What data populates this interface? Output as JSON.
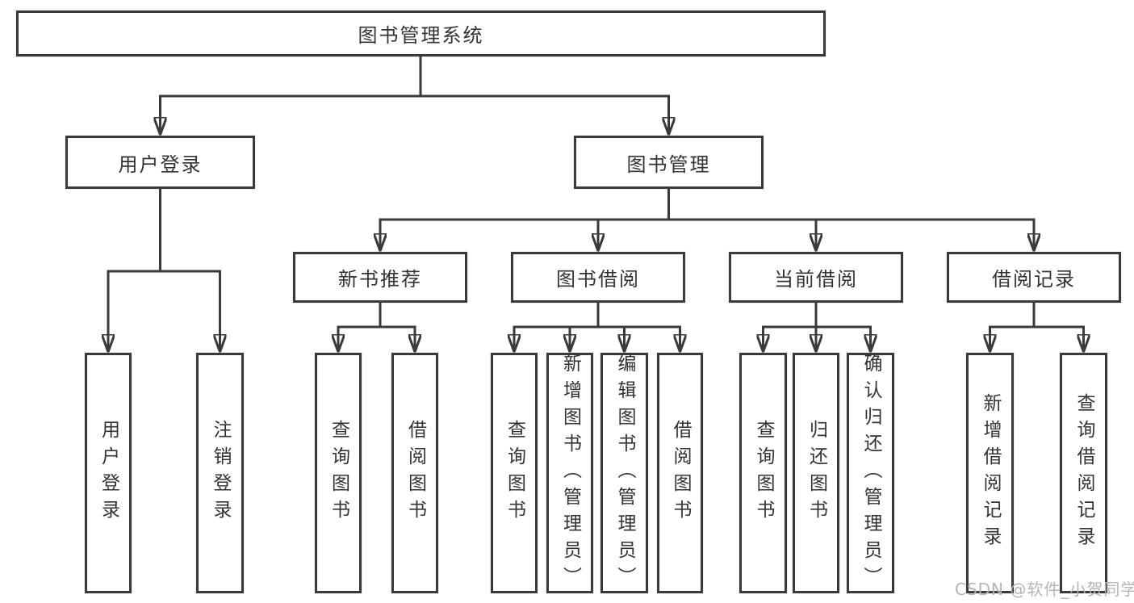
{
  "colors": {
    "border": "#3a3a3a",
    "line": "#3a3a3a",
    "text": "#333333",
    "watermark": "#b5b5b5",
    "background": "#ffffff"
  },
  "nodes": {
    "root": {
      "label": "图书管理系统"
    },
    "login_module": {
      "label": "用户登录"
    },
    "book_module": {
      "label": "图书管理"
    },
    "user_login": {
      "label": "用户登录"
    },
    "logout": {
      "label": "注销登录"
    },
    "new_books": {
      "label": "新书推荐"
    },
    "borrow_module": {
      "label": "图书借阅"
    },
    "current_borrow": {
      "label": "当前借阅"
    },
    "borrow_records": {
      "label": "借阅记录"
    },
    "nb_query": {
      "label": "查询图书"
    },
    "nb_borrow": {
      "label": "借阅图书"
    },
    "bb_query": {
      "label": "查询图书"
    },
    "bb_add": {
      "label": "新增图书（管理员）"
    },
    "bb_edit": {
      "label": "编辑图书（管理员）"
    },
    "bb_borrow": {
      "label": "借阅图书"
    },
    "cb_query": {
      "label": "查询图书"
    },
    "cb_return": {
      "label": "归还图书"
    },
    "cb_confirm": {
      "label": "确认归还（管理员）"
    },
    "br_add": {
      "label": "新增借阅记录"
    },
    "br_query": {
      "label": "查询借阅记录"
    }
  },
  "hierarchy": [
    {
      "parent": "图书管理系统",
      "children": [
        "用户登录",
        "图书管理"
      ]
    },
    {
      "parent": "用户登录",
      "children": [
        "用户登录",
        "注销登录"
      ]
    },
    {
      "parent": "图书管理",
      "children": [
        "新书推荐",
        "图书借阅",
        "当前借阅",
        "借阅记录"
      ]
    },
    {
      "parent": "新书推荐",
      "children": [
        "查询图书",
        "借阅图书"
      ]
    },
    {
      "parent": "图书借阅",
      "children": [
        "查询图书",
        "新增图书（管理员）",
        "编辑图书（管理员）",
        "借阅图书"
      ]
    },
    {
      "parent": "当前借阅",
      "children": [
        "查询图书",
        "归还图书",
        "确认归还（管理员）"
      ]
    },
    {
      "parent": "借阅记录",
      "children": [
        "新增借阅记录",
        "查询借阅记录"
      ]
    }
  ],
  "watermark": {
    "text": "CSDN @软件_小贺同学"
  }
}
